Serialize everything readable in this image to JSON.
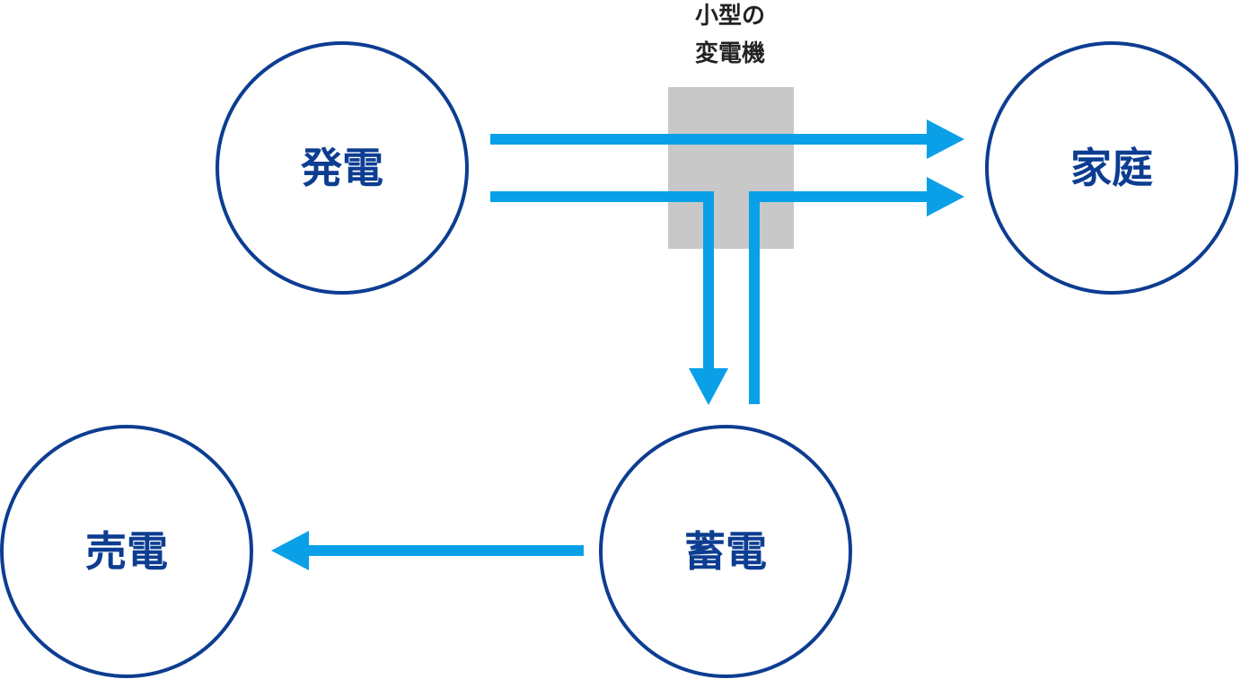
{
  "nodes": {
    "generation": "発電",
    "home": "家庭",
    "storage": "蓄電",
    "selling": "売電"
  },
  "transformer": {
    "label_line1": "小型の",
    "label_line2": "変電機"
  },
  "colors": {
    "circle_stroke": "#0d3d91",
    "node_text": "#0d3d91",
    "arrow": "#0aa0e8",
    "transformer_box": "#c8c8c8",
    "caption_text": "#222222"
  }
}
